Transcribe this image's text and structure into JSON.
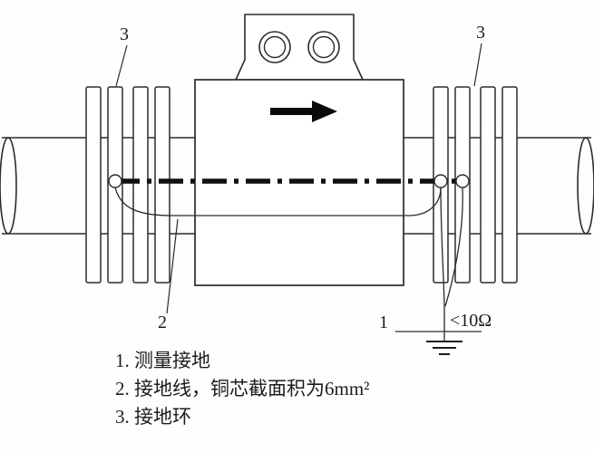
{
  "figure": {
    "callouts": {
      "left_ring": "3",
      "right_ring": "3",
      "wire": "2",
      "ground": "1",
      "resistance": "<10Ω"
    },
    "legend": [
      "1. 测量接地",
      "2. 接地线，铜芯截面积为6mm²",
      "3. 接地环"
    ]
  }
}
